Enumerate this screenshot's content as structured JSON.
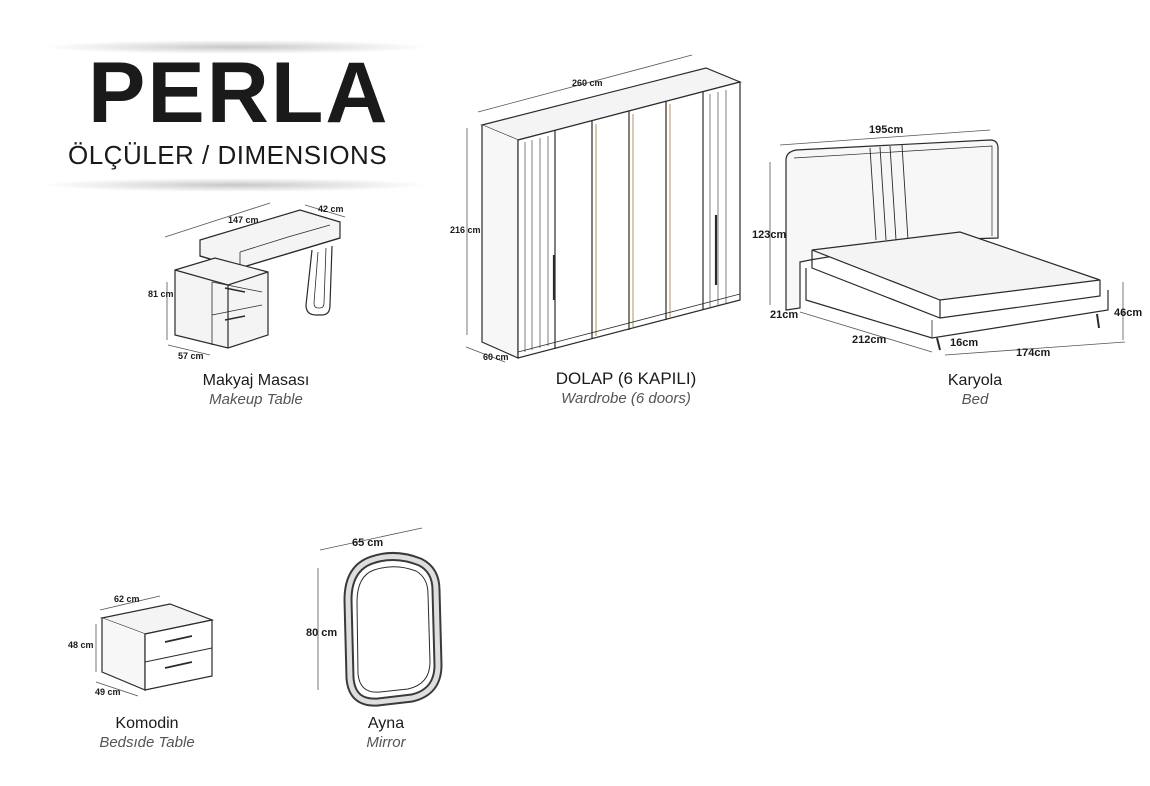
{
  "brand": "PERLA",
  "subtitle": "ÖLÇÜLER / DIMENSIONS",
  "items": {
    "makeup_table": {
      "name_tr": "Makyaj Masası",
      "name_en": "Makeup Table",
      "dims": {
        "width": "147 cm",
        "depth_top": "42 cm",
        "height": "81 cm",
        "depth": "57 cm"
      }
    },
    "wardrobe": {
      "name_tr": "DOLAP (6 KAPILI)",
      "name_en": "Wardrobe (6 doors)",
      "dims": {
        "width": "260 cm",
        "height": "216 cm",
        "depth": "60 cm"
      }
    },
    "bed": {
      "name_tr": "Karyola",
      "name_en": "Bed",
      "dims": {
        "headboard_width": "195cm",
        "headboard_height": "123cm",
        "base_height": "21cm",
        "length": "212cm",
        "leg": "16cm",
        "width": "174cm",
        "height": "46cm"
      }
    },
    "bedside_table": {
      "name_tr": "Komodin",
      "name_en": "Bedsıde Table",
      "dims": {
        "width": "62 cm",
        "height": "48 cm",
        "depth": "49 cm"
      }
    },
    "mirror": {
      "name_tr": "Ayna",
      "name_en": "Mirror",
      "dims": {
        "width": "65 cm",
        "height": "80 cm"
      }
    }
  },
  "colors": {
    "line": "#2b2b2b",
    "fill_light": "#f4f4f4",
    "accent_gold": "#b8915a"
  }
}
